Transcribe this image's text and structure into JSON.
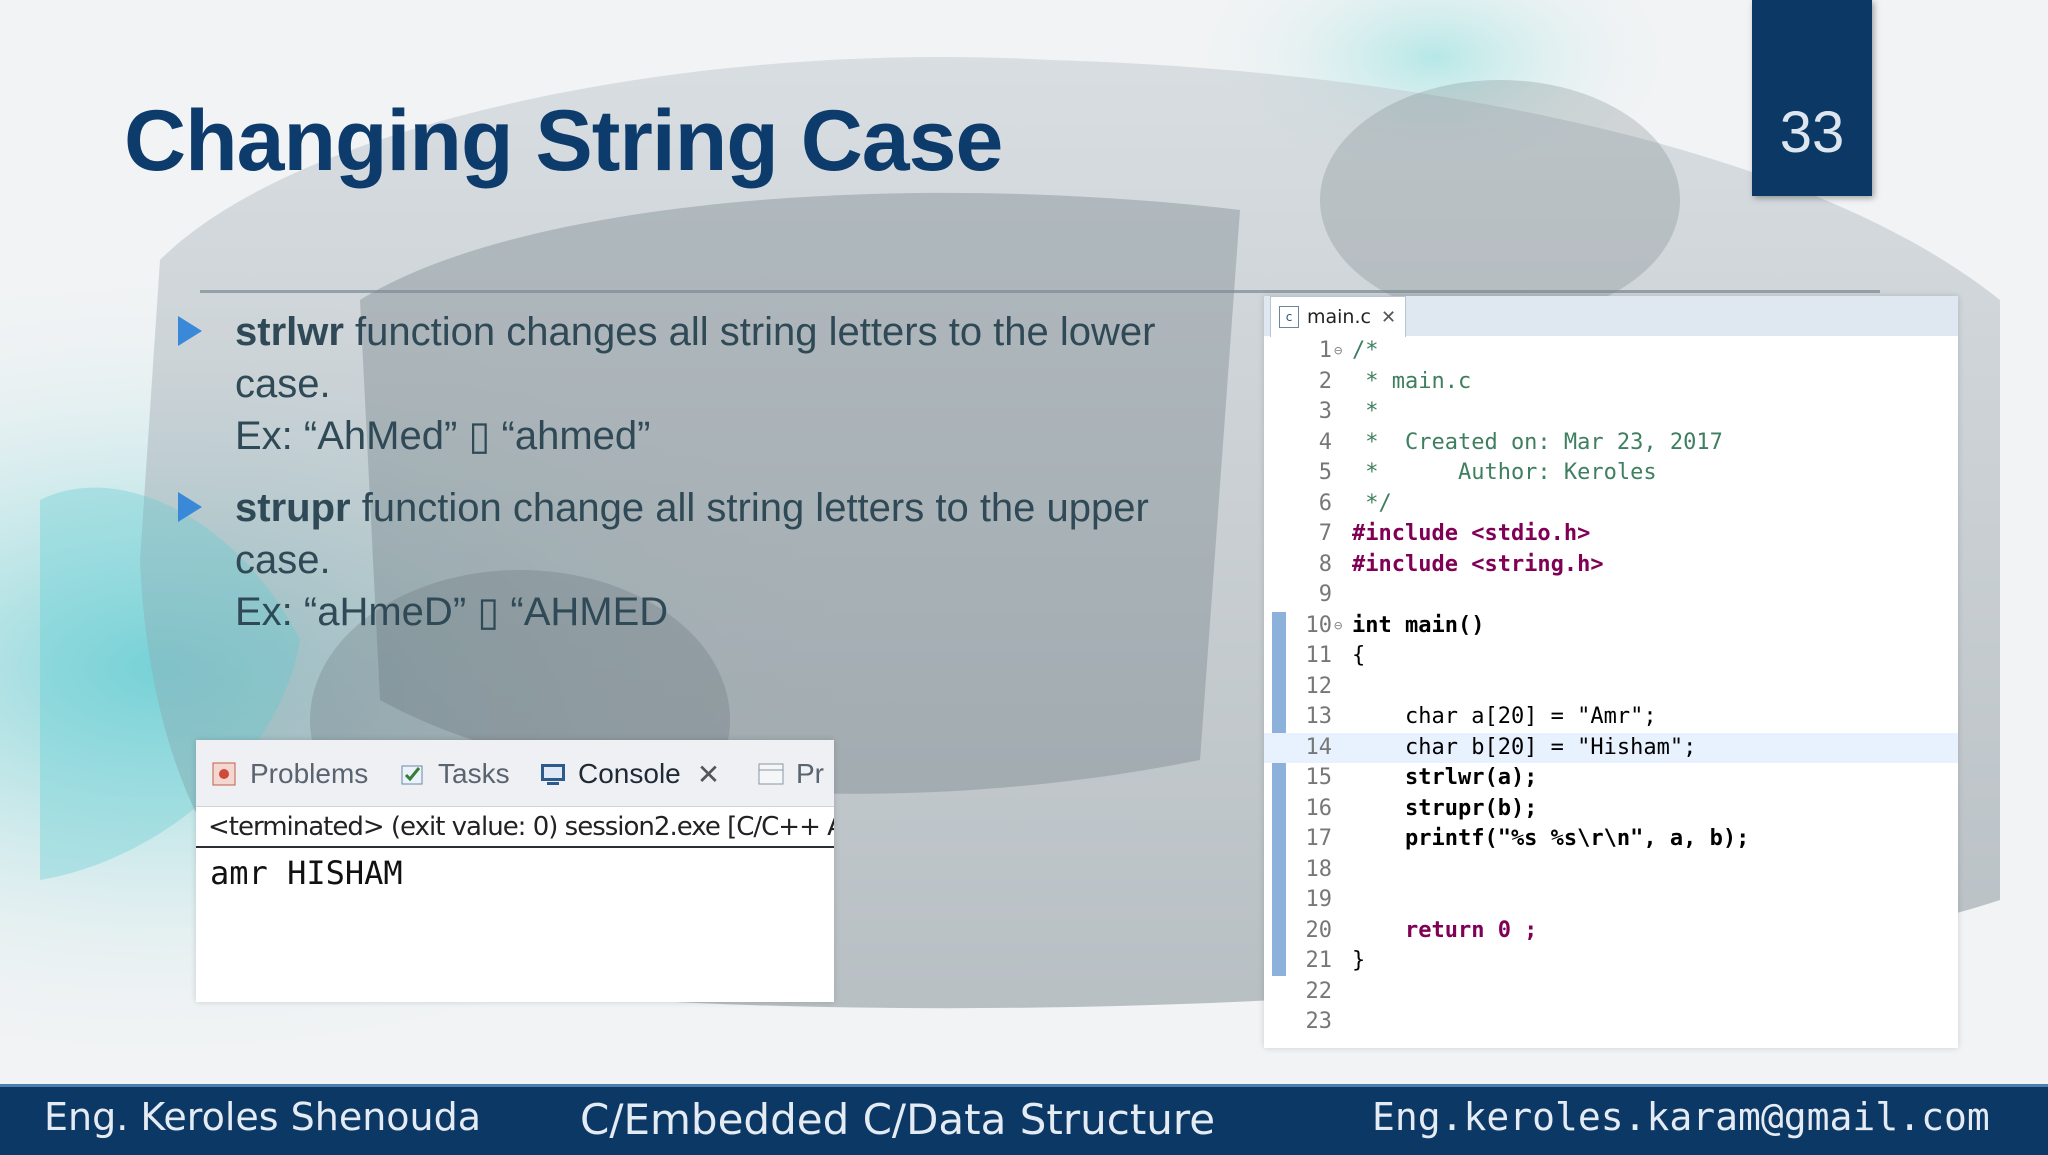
{
  "slide": {
    "number": "33",
    "title": "Changing String Case"
  },
  "bullets": [
    {
      "keyword": "strlwr",
      "text": " function changes all string letters to the lower case.",
      "example": "Ex: “AhMed” ▯ “ahmed”"
    },
    {
      "keyword": "strupr",
      "text": " function change all string letters to the upper case.",
      "example": "Ex: “aHmeD” ▯ “AHMED"
    }
  ],
  "console_panel": {
    "tabs": [
      "Problems",
      "Tasks",
      "Console",
      "Pr"
    ],
    "active_tab": "Console",
    "status": "<terminated> (exit value: 0) session2.exe [C/C++ A",
    "output": "amr HISHAM"
  },
  "editor": {
    "file_tab": "main.c",
    "lines": [
      "/*",
      " * main.c",
      " *",
      " *  Created on: Mar 23, 2017",
      " *      Author: Keroles",
      " */",
      "#include <stdio.h>",
      "#include <string.h>",
      "",
      "int main()",
      "{",
      "",
      "    char a[20] = \"Amr\";",
      "    char b[20] = \"Hisham\";",
      "    strlwr(a);",
      "    strupr(b);",
      "    printf(\"%s %s\\r\\n\", a, b);",
      "",
      "",
      "    return 0 ;",
      "}",
      "",
      ""
    ],
    "current_line": 14
  },
  "footer": {
    "left": "Eng. Keroles Shenouda",
    "middle": "C/Embedded C/Data Structure",
    "right": "Eng.keroles.karam@gmail.com"
  },
  "colors": {
    "navy": "#0c3866",
    "title": "#0d3c6c",
    "bullet_arrow": "#3a88d8",
    "body_text": "#2f4a56"
  }
}
